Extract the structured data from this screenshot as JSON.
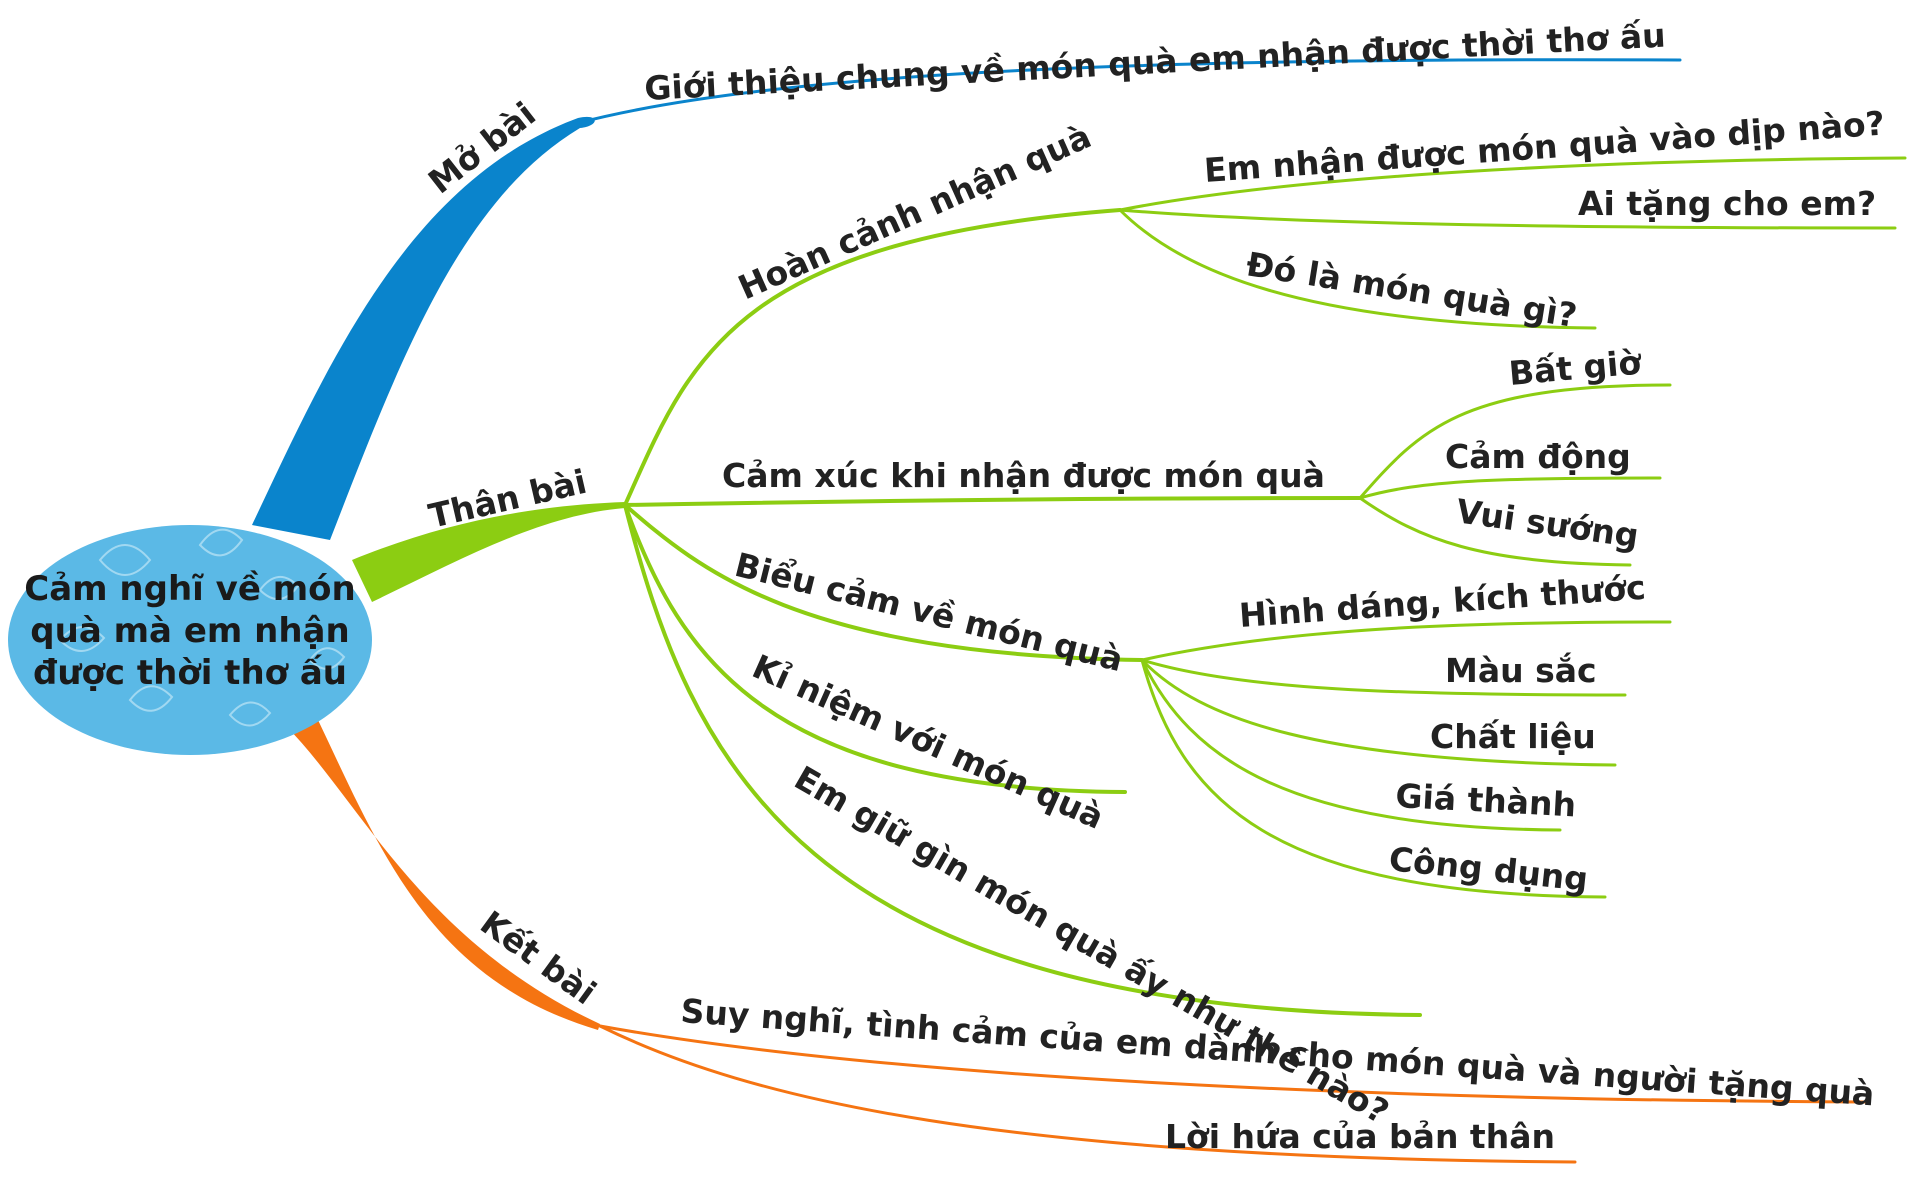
{
  "colors": {
    "intro": "#0a84cc",
    "body": "#8ccd12",
    "conclusion": "#f57412",
    "center_fill": "#5bb9e6",
    "center_leaf_outline": "#a9dcf3",
    "text": "#222222"
  },
  "center": {
    "line1": "Cảm nghĩ về món",
    "line2": "quà mà em nhận",
    "line3": "được thời thơ ấu",
    "decoration_icon": "leaf-pattern-icon"
  },
  "intro": {
    "label": "Mở bài",
    "items": [
      "Giới thiệu chung về món quà em nhận được thời thơ ấu"
    ]
  },
  "body": {
    "label": "Thân bài",
    "circumstance": {
      "label": "Hoàn cảnh nhận quà",
      "items": [
        "Em nhận được món quà vào dịp nào?",
        "Ai tặng cho em?",
        "Đó là món quà gì?"
      ]
    },
    "emotion": {
      "label": "Cảm xúc khi nhận được món quà",
      "items": [
        "Bất giờ",
        "Cảm động",
        "Vui sướng"
      ]
    },
    "expression": {
      "label": "Biểu cảm về món quà",
      "items": [
        "Hình dáng, kích thước",
        "Màu sắc",
        "Chất liệu",
        "Giá thành",
        "Công dụng"
      ]
    },
    "memory": {
      "label": "Kỉ niệm với món quà"
    },
    "keeping": {
      "label": "Em giữ gìn món quà ấy như thế nào?"
    }
  },
  "conclusion": {
    "label": "Kết bài",
    "items": [
      "Suy nghĩ, tình cảm của em dành cho món quà và người tặng quà",
      "Lời hứa của bản thân"
    ]
  }
}
